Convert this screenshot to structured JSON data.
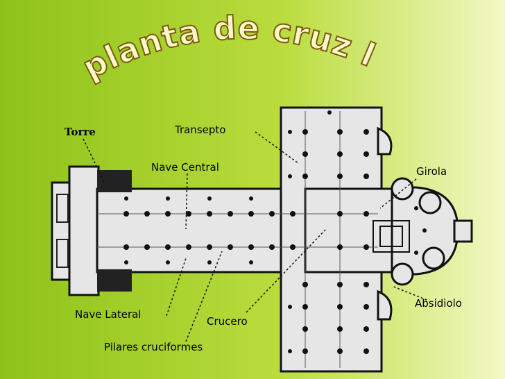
{
  "slide": {
    "title": "planta de cruz latina",
    "colors": {
      "background_left": "#8ec21a",
      "background_right": "#f2f8c4",
      "title_fill": "#fff8c8",
      "title_stroke": "#7a5a10",
      "plan_floor": "#e6e6e6",
      "plan_walls": "#111111"
    }
  },
  "labels": {
    "torre": "Torre",
    "transepto": "Transepto",
    "nave_central": "Nave Central",
    "girola": "Girola",
    "absidiolo": "Absidiolo",
    "nave_lateral": "Nave Lateral",
    "crucero": "Crucero",
    "pilares": "Pilares cruciformes"
  }
}
